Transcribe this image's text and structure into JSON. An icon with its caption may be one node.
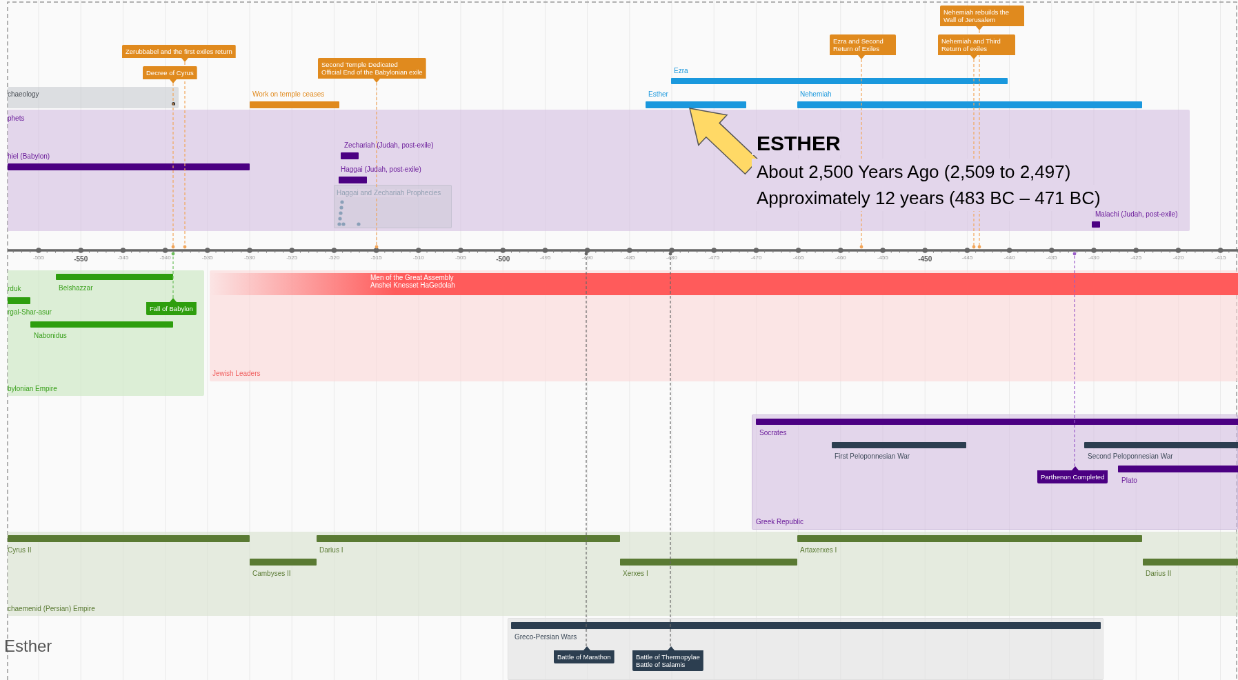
{
  "diagram": {
    "caption": "Esther",
    "nodes": [
      {
        "text": [
          "chaeology"
        ]
      },
      {
        "text": [
          "Zerubbabel and the first exiles return"
        ]
      },
      {
        "text": [
          "Decree of Cyrus"
        ]
      },
      {
        "text": [
          "Second Temple Dedicated",
          "Official End of the Babylonian exile"
        ]
      },
      {
        "text": [
          "Work on temple ceases"
        ]
      },
      {
        "text": [
          "Ezra and Second Return of Exiles"
        ]
      },
      {
        "text": [
          "Nehemiah rebuilds the Wall of Jerusalem"
        ]
      },
      {
        "text": [
          "Nehemiah and Third Return of exiles"
        ]
      },
      {
        "text": [
          "Ezra"
        ]
      },
      {
        "text": [
          "Esther"
        ]
      },
      {
        "text": [
          "Nehemiah"
        ]
      },
      {
        "text": [
          "phets"
        ]
      },
      {
        "text": [
          "hiel (Babylon)"
        ],
        "in": 11
      },
      {
        "text": [
          "Zechariah (Judah, post-exile)"
        ],
        "in": 11
      },
      {
        "text": [
          "Haggai (Judah, post-exile)"
        ],
        "in": 11
      },
      {
        "text": [
          "Haggai and Zechariah Prophecies"
        ],
        "in": 11
      },
      {
        "text": [
          "ESTHER",
          "About 2,500 Years Ago (2,509 to 2,497)",
          "Approximately 12 years (483 BC – 471 BC)"
        ],
        "in": 11
      },
      {
        "text": [
          "Malachi (Judah, post-exile)"
        ],
        "in": 11
      },
      {
        "text": [
          "bylonian Empire"
        ]
      },
      {
        "text": [
          "Belshazzar"
        ],
        "in": 18
      },
      {
        "text": [
          "rgal-Shar-asur"
        ],
        "in": 18
      },
      {
        "text": [
          "Nabonidus"
        ],
        "in": 18
      },
      {
        "text": [
          "Fall of Babylon"
        ],
        "in": 18
      },
      {
        "text": [
          "Jewish Leaders"
        ]
      },
      {
        "text": [
          "Men of the Great Assembly",
          "Anshei Knesset HaGedolah"
        ],
        "in": 23
      },
      {
        "text": [
          "Greek Republic"
        ]
      },
      {
        "text": [
          "Socrates"
        ],
        "in": 25
      },
      {
        "text": [
          "First Peloponnesian War"
        ],
        "in": 25
      },
      {
        "text": [
          "Second Peloponnesian War"
        ],
        "in": 25
      },
      {
        "text": [
          "Parthenon Completed"
        ],
        "in": 25
      },
      {
        "text": [
          "Plato"
        ],
        "in": 25
      },
      {
        "text": [
          "chaemenid (Persian) Empire"
        ]
      },
      {
        "text": [
          "Cyrus II"
        ],
        "in": 31
      },
      {
        "text": [
          "Darius I"
        ],
        "in": 31
      },
      {
        "text": [
          "Artaxerxes I"
        ],
        "in": 31
      },
      {
        "text": [
          "Cambyses II"
        ],
        "in": 31
      },
      {
        "text": [
          "Xerxes I"
        ],
        "in": 31
      },
      {
        "text": [
          "Darius II"
        ],
        "in": 31
      },
      {
        "text": [
          "Greco-Persian Wars"
        ]
      },
      {
        "text": [
          "Battle of Marathon"
        ],
        "in": 38
      },
      {
        "text": [
          "Battle of Thermopylae",
          "Battle of Salamis"
        ],
        "in": 38
      },
      {
        "text": [],
        "shape": "bar"
      }
    ],
    "edges": [
      {
        "from": 1,
        "to": 41,
        "arrow": "other",
        "style": "dashed"
      },
      {
        "from": 2,
        "to": 41,
        "arrow": "other",
        "style": "dashed"
      },
      {
        "from": 3,
        "to": 41,
        "arrow": "other",
        "style": "dashed"
      },
      {
        "from": 5,
        "to": 41,
        "arrow": "other",
        "style": "dashed"
      },
      {
        "from": 7,
        "to": 41,
        "arrow": "other",
        "style": "dashed"
      },
      {
        "from": 6,
        "to": 41,
        "arrow": "other",
        "style": "dashed"
      },
      {
        "from": 22,
        "to": 41,
        "arrow": "other",
        "style": "dashed",
        "color": "#6cbf5a"
      },
      {
        "from": 39,
        "to": 41,
        "arrow": "other",
        "style": "dashed",
        "color": "#666666"
      },
      {
        "from": 40,
        "to": 41,
        "arrow": "other",
        "style": "dashed",
        "color": "#666666"
      },
      {
        "from": 29,
        "to": 41,
        "arrow": "other",
        "style": "dashed",
        "color": "#9a5cc8"
      },
      {
        "from": 16,
        "to": 9,
        "arrow": "to",
        "style": "thick",
        "color": "#ffd966"
      }
    ],
    "labels": [
      "-555",
      "-550",
      "-545",
      "-540",
      "-535",
      "-530",
      "-525",
      "-520",
      "-515",
      "-510",
      "-505",
      "-500",
      "-495",
      "-490",
      "-485",
      "-480",
      "-475",
      "-470",
      "-465",
      "-460",
      "-455",
      "-450",
      "-445",
      "-440",
      "-435",
      "-430",
      "-425",
      "-420",
      "-415",
      "rduk"
    ]
  }
}
